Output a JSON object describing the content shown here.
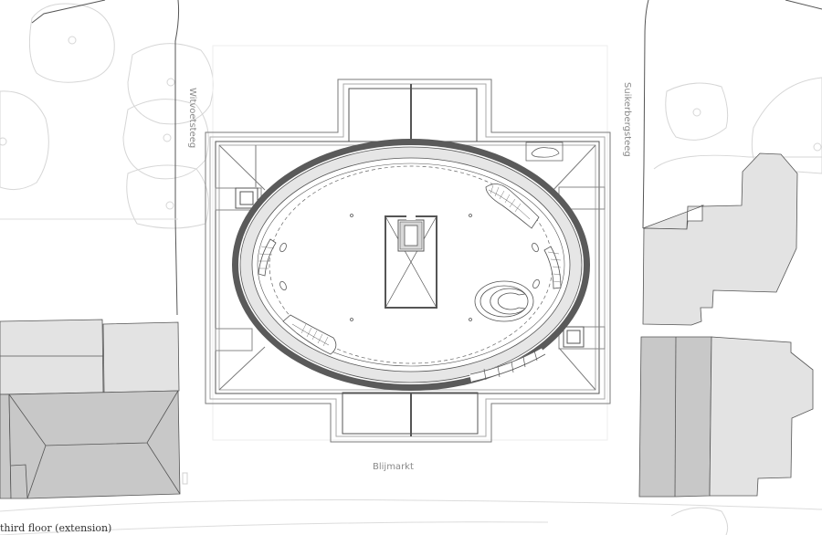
{
  "drawing": {
    "caption": "third floor (extension)",
    "streets": {
      "west": "Witvoetsteeg",
      "east": "Suikerbergsteeg",
      "south": "Blijmarkt"
    }
  },
  "colors": {
    "line": "#555555",
    "light_line": "#cfcfcf",
    "building_light": "#e3e3e3",
    "building_dark": "#c8c8c8",
    "oval_wall": "#5a5a5a",
    "oval_ring": "#e6e6e6",
    "label": "#8a8a8a"
  }
}
